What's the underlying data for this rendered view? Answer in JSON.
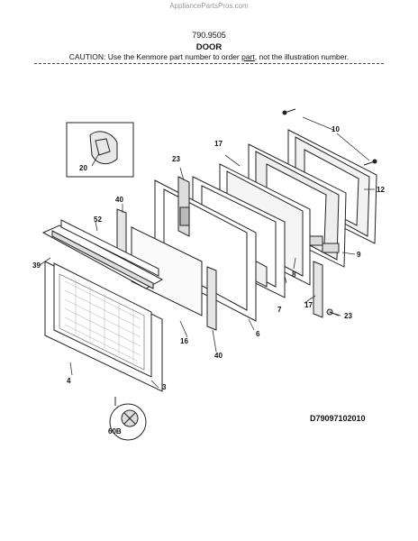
{
  "site": "AppliancePartsPros.com",
  "model": "790.9505",
  "title": "DOOR",
  "caution": {
    "before": "CAUTION: Use the Kenmore part number to order ",
    "link": "part",
    "after": ", not the illustration number."
  },
  "diagram_id": "D79097102010",
  "callouts": {
    "c20": "20",
    "c23a": "23",
    "c17a": "17",
    "c10": "10",
    "c12": "12",
    "c40a": "40",
    "c52": "52",
    "c39": "39",
    "c9": "9",
    "c8": "8",
    "c7": "7",
    "c17b": "17",
    "c23b": "23",
    "c6": "6",
    "c16": "16",
    "c40b": "40",
    "c4": "4",
    "c3": "3",
    "c60b": "60B"
  }
}
